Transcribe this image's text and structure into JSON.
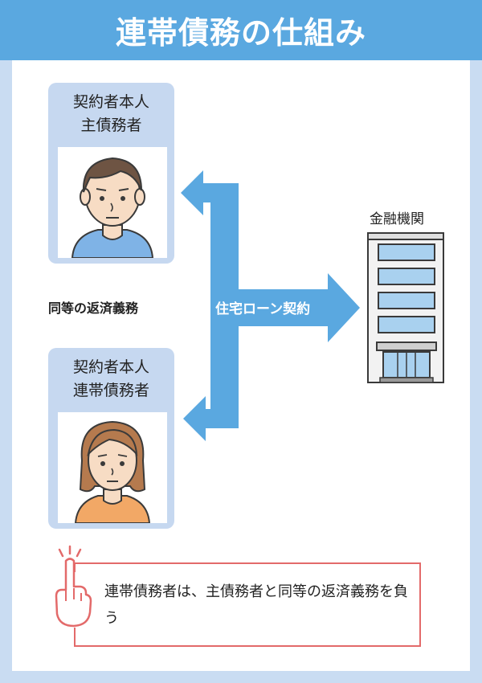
{
  "title": "連帯債務の仕組み",
  "person1": {
    "line1": "契約者本人",
    "line2": "主債務者"
  },
  "person2": {
    "line1": "契約者本人",
    "line2": "連帯債務者"
  },
  "same_duty": "同等の返済義務",
  "loan": "住宅ローン契約",
  "bank": "金融機関",
  "note": "連帯債務者は、主債務者と同等の返済義務を負う",
  "colors": {
    "header": "#5aa8e0",
    "background": "#c9dcf2",
    "card": "#c6d8f0",
    "arrow": "#5aa8e0",
    "note_border": "#e36a6a"
  }
}
